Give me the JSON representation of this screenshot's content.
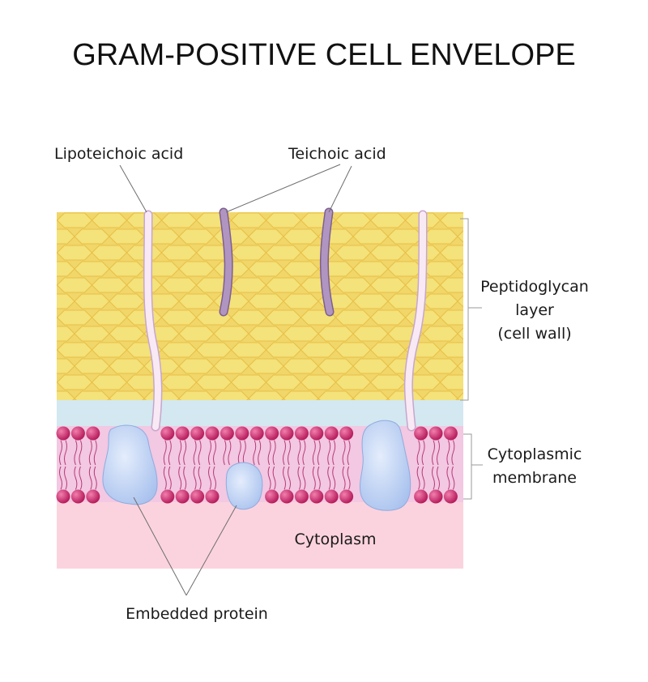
{
  "title": "GRAM-POSITIVE CELL ENVELOPE",
  "labels": {
    "lipoteichoic_acid": "Lipoteichoic acid",
    "teichoic_acid": "Teichoic acid",
    "peptidoglycan_line1": "Peptidoglycan",
    "peptidoglycan_line2": "layer",
    "peptidoglycan_line3": "(cell wall)",
    "membrane_line1": "Cytoplasmic",
    "membrane_line2": "membrane",
    "cytoplasm": "Cytoplasm",
    "embedded_protein": "Embedded protein"
  },
  "colors": {
    "peptidoglycan_fill": "#f4e27a",
    "peptidoglycan_outline": "#e7bf45",
    "periplasm": "#d3e8f1",
    "membrane_interior": "#f2c8e2",
    "phospholipid_head": "#cb2c6b",
    "cytoplasm": "#fbd3de",
    "protein": "#bfd3f3",
    "lipoteichoic": "#f7e7f3",
    "teichoic": "#ae8cbc"
  }
}
